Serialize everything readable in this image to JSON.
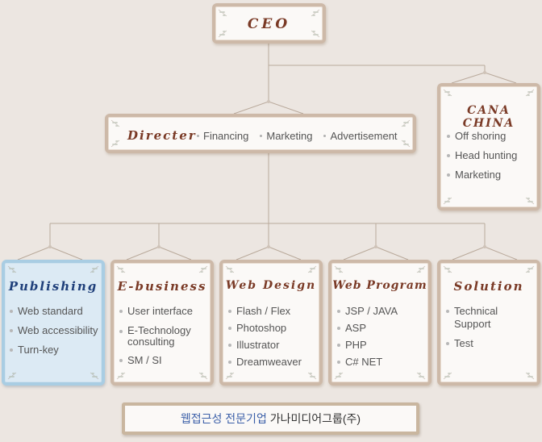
{
  "ceo": {
    "title": "CEO"
  },
  "directer": {
    "title": "Directer",
    "items": [
      "Financing",
      "Marketing",
      "Advertisement"
    ]
  },
  "cana_china": {
    "title": "CANA CHINA",
    "items": [
      "Off shoring",
      "Head hunting",
      "Marketing"
    ]
  },
  "departments": [
    {
      "title": "Publishing",
      "items": [
        "Web standard",
        "Web accessibility",
        "Turn-key"
      ]
    },
    {
      "title": "E-business",
      "items": [
        "User interface",
        "E-Technology consulting",
        "SM / SI"
      ]
    },
    {
      "title": "Web Design",
      "items": [
        "Flash / Flex",
        "Photoshop",
        "Illustrator",
        "Dreamweaver"
      ]
    },
    {
      "title": "Web Program",
      "items": [
        "JSP / JAVA",
        "ASP",
        "PHP",
        "C# NET"
      ]
    },
    {
      "title": "Solution",
      "items": [
        "Technical Support",
        "Test"
      ]
    }
  ],
  "footer": {
    "part1": "웹접근성 전문기업",
    "part2": "가나미디어그룹(주)"
  },
  "colors": {
    "title_brown": "#7a3a26",
    "title_blue": "#1f3f7a",
    "highlight_box": "#dceaf4"
  }
}
